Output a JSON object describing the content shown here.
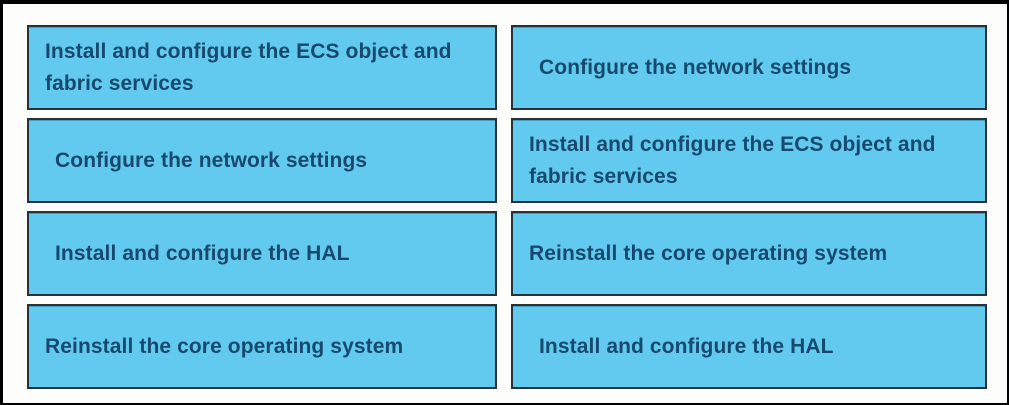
{
  "page": {
    "background": "#fdfdfc",
    "frame_color": "#000000"
  },
  "tiles": {
    "fill_color": "#63caef",
    "border_color": "#263238",
    "text_color": "#17496e",
    "left_column": [
      {
        "label": "Install and configure the ECS object and fabric services"
      },
      {
        "label": "Configure the network settings"
      },
      {
        "label": "Install and configure the HAL"
      },
      {
        "label": "Reinstall the core operating system"
      }
    ],
    "right_column": [
      {
        "label": "Configure the network settings"
      },
      {
        "label": "Install and configure the ECS object and fabric services"
      },
      {
        "label": "Reinstall the core operating system"
      },
      {
        "label": "Install and configure the HAL"
      }
    ]
  }
}
